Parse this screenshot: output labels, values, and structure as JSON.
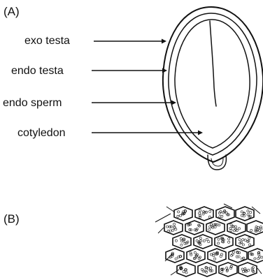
{
  "panel_a": {
    "label": "(A)",
    "labels": [
      "exo testa",
      "endo testa",
      "endo sperm",
      "cotyledon"
    ]
  },
  "panel_b": {
    "label": "(B)"
  }
}
